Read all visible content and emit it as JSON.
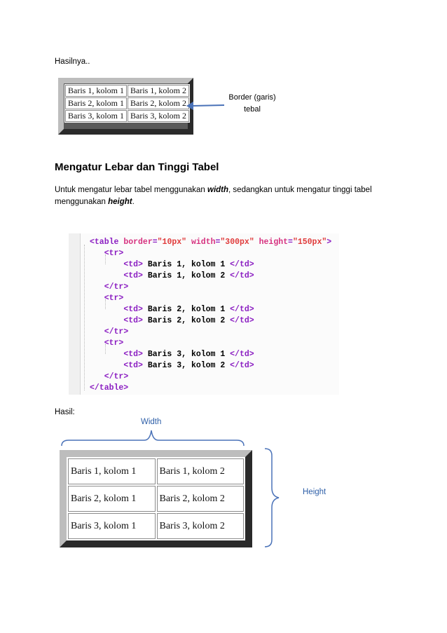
{
  "intro": "Hasilnya..",
  "table1": {
    "rows": [
      [
        "Baris 1, kolom 1",
        "Baris 1, kolom 2"
      ],
      [
        "Baris 2, kolom 1",
        "Baris 2, kolom 2"
      ],
      [
        "Baris 3, kolom 1",
        "Baris 3, kolom 2"
      ]
    ]
  },
  "annotation1": {
    "line1": "Border (garis)",
    "line2": "tebal"
  },
  "section": {
    "heading": "Mengatur Lebar dan Tinggi Tabel",
    "para_pre": "Untuk mengatur lebar tabel menggunakan ",
    "para_width": "width",
    "para_mid": ", sedangkan untuk mengatur tinggi tabel",
    "para_line2_pre": "menggunakan ",
    "para_height": "height",
    "para_end": "."
  },
  "code": {
    "open_tag": "<table",
    "attr_border": "border",
    "val_border": "\"10px\"",
    "attr_width": "width",
    "val_width": "\"300px\"",
    "attr_height": "height",
    "val_height": "\"150px\"",
    "tr_open": "<tr>",
    "tr_close": "</tr>",
    "td_open": "<td>",
    "td_close": "</td>",
    "table_close": "</table>",
    "cells": [
      "Baris 1, kolom 1",
      "Baris 1, kolom 2",
      "Baris 2, kolom 1",
      "Baris 2, kolom 2",
      "Baris 3, kolom 1",
      "Baris 3, kolom 2"
    ]
  },
  "hasil_label": "Hasil:",
  "width_label": "Width",
  "height_label": "Height",
  "table2": {
    "rows": [
      [
        "Baris 1, kolom 1",
        "Baris 1, kolom 2"
      ],
      [
        "Baris 2, kolom 1",
        "Baris 2, kolom 2"
      ],
      [
        "Baris 3, kolom 1",
        "Baris 3, kolom 2"
      ]
    ]
  },
  "colors": {
    "accent": "#2e5fa8",
    "arrow": "#4a72b8",
    "bevel_dark": "#2a2a2a",
    "bevel_light": "#bdbdbd"
  }
}
